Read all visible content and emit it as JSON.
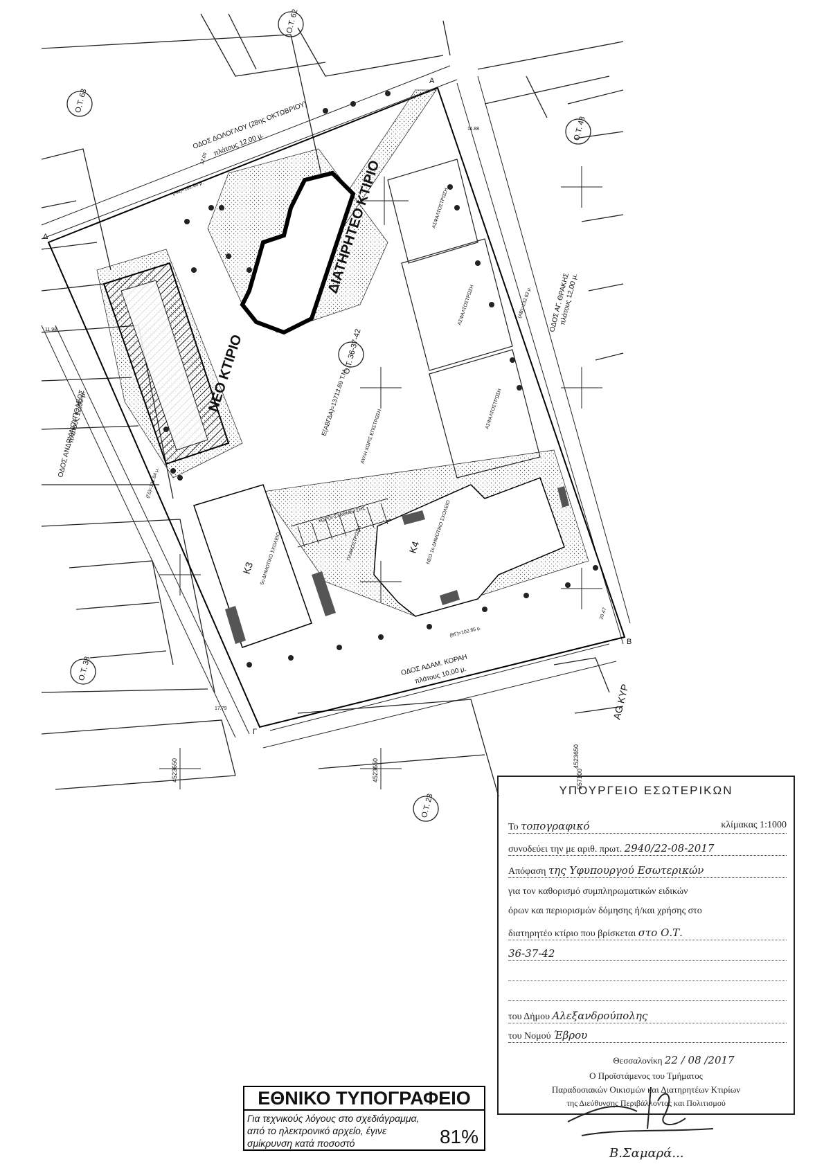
{
  "blocks": {
    "ot_63": "Ο.Τ. 63",
    "ot_62": "Ο.Τ. 62",
    "ot_43": "Ο.Τ. 43",
    "ot_38": "Ο.Τ. 38",
    "ot_23": "Ο.Τ. 23",
    "ot_main": "Ο.Τ. 36-37-42"
  },
  "streets": {
    "dologlou": "ΟΔΟΣ ΔΟΛΟΓΛΟΥ (28ης ΟΚΤΩΒΡΙΟΥ)",
    "dologlou_width": "πλάτους 12,00 μ.",
    "adam_korai": "ΟΔΟΣ ΑΔΑΜ. ΚΟΡΑΗ",
    "adam_korai_width": "πλάτους 10,00 μ.",
    "andrianoupoleos": "ΟΔΟΣ ΑΝΔΡΙΑΝΟΥΠΟΛΕΩΣ",
    "andrianoupoleos_width": "πλάτους 12,00 μ.",
    "thrakis": "ΟΔΟΣ ΑΓ. ΘΡΑΚΗΣ",
    "thrakis_width": "πλάτους 12,00 μ.",
    "ag_kyr": "AG KYP"
  },
  "buildings": {
    "preserved": "ΔΙΑΤΗΡΗΤΕΟ ΚΤΙΡΙΟ",
    "new_building": "ΝΕΟ ΚΤΙΡΙΟ",
    "k3": "Κ3",
    "k4": "Κ4",
    "k3_note": "5ο ΔΗΜΟΤΙΚΟ ΣΧΟΛΕΙΟ",
    "k4_note": "ΝΕΟ 1ο ΔΗΜΟΤΙΚΟ ΣΧΟΛΕΙΟ",
    "asphalt": "ΑΣΦΑΛΤΟΣΤΡΩΣΗ",
    "paving": "ΠΛΑΚΟΣΤΡΩΣΗ",
    "parking": "ΧΩΡΟΙ ΣΤΑΘΜΕΥΣΗΣ",
    "area": "Ε(ΑΒΓΔΑ)=13713.69 Τ.Μ.",
    "uncovered": "ΑΥΛΗ ΧΩΡΙΣ ΕΠΙΣΤΡΩΣΗ"
  },
  "dimensions": {
    "ad": "(ΑΔ)=102.86 μ.",
    "bg": "(ΒΓ)=102.85 μ.",
    "ga": "(ΓΔ)=132.84 μ.",
    "ab": "(ΑΒ)=132.62 μ.",
    "d12": "12,00",
    "d11": "11.98",
    "d1188": "11.88",
    "d1779": "17.79",
    "d2047": "20.47"
  },
  "points": {
    "a": "Α",
    "b": "Β",
    "g": "Γ",
    "d": "Δ"
  },
  "coords": {
    "y1": "4523650",
    "y2": "4523650",
    "y3": "4523650",
    "x1": "657100"
  },
  "stamp": {
    "ministry": "ΥΠΟΥΡΓΕΙΟ ΕΣΩΤΕΡΙΚΩΝ",
    "line1_pre": "Το",
    "line1_hand": "τοπογραφικό",
    "line1_post": "κλίμακας 1:1000",
    "line2_pre": "συνοδεύει την με αριθ. πρωτ.",
    "line2_hand": "2940/22-08-2017",
    "line3_pre": "Απόφαση",
    "line3_hand": "της Υφυπουργού Εσωτερικών",
    "line4": "για τον καθορισμό συμπληρωματικών ειδικών",
    "line5": "όρων και περιορισμών δόμησης ή/και χρήσης στο",
    "line6_pre": "διατηρητέο κτίριο που βρίσκεται",
    "line6_hand": "στο Ο.Τ.",
    "line7_hand": "36-37-42",
    "municipality_pre": "του Δήμου",
    "municipality_hand": "Αλεξανδρούπολης",
    "prefecture_pre": "του Νομού",
    "prefecture_hand": "Έβρου",
    "date_pre": "Θεσσαλονίκη",
    "date_hand": "22 / 08 /2017",
    "sig1": "Ο Προϊστάμενος του Τμήματος",
    "sig2": "Παραδοσιακών Οικισμών και Διατηρητέων Κτιρίων",
    "sig3": "της Διεύθυνσης Περιβάλλοντος και Πολιτισμού",
    "signer": "Β.Σαμαρά..."
  },
  "footer": {
    "title": "ΕΘΝΙΚΟ ΤΥΠΟΓΡΑΦΕΙΟ",
    "text1": "Για τεχνικούς λόγους στο σχεδιάγραμμα,",
    "text2": "από το ηλεκτρονικό αρχείο, έγινε",
    "text3": "σμίκρυνση κατά ποσοστό",
    "percent": "81%"
  }
}
